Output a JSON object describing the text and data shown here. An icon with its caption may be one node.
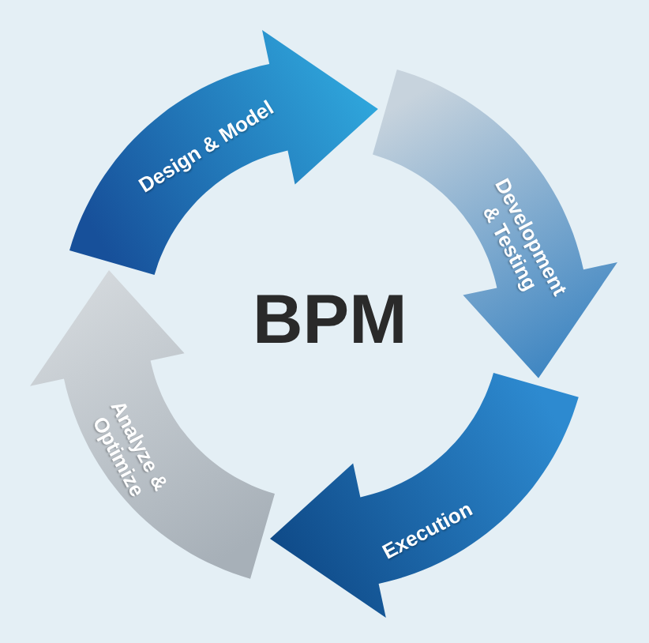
{
  "diagram": {
    "nodes": [
      {
        "text": [
          "Design & Model"
        ]
      },
      {
        "text": [
          "Development & Testing"
        ]
      },
      {
        "text": [
          "Execution"
        ]
      },
      {
        "text": [
          "Analyze & Optimize"
        ]
      }
    ],
    "labels": [
      "BPM"
    ]
  }
}
